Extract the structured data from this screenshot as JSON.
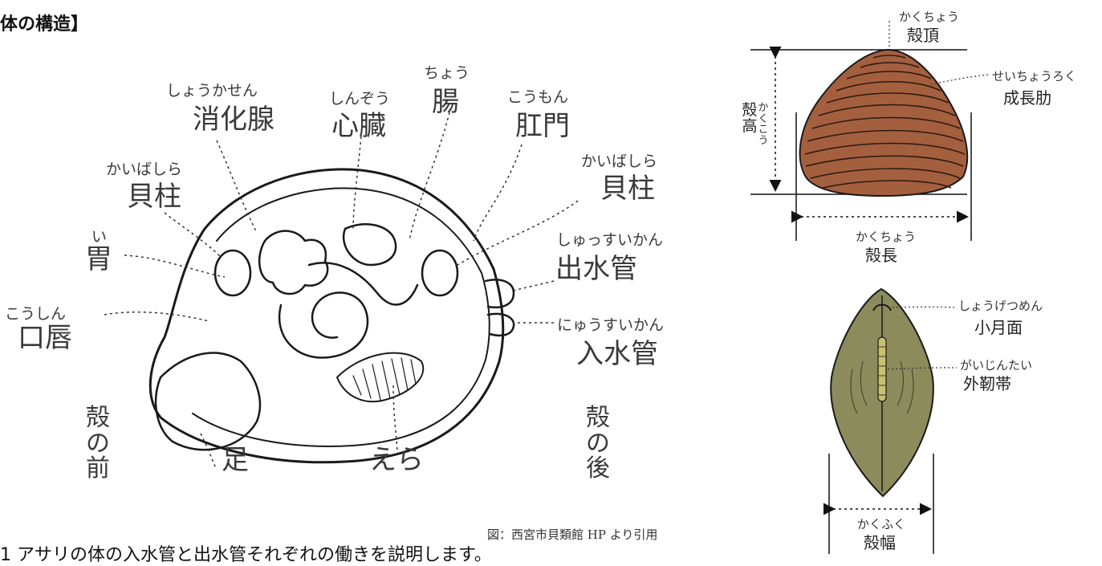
{
  "heading": "体の構造】",
  "caption": "図：西宮市貝類館 HP より引用",
  "bottom_text": "1 アサリの体の入水管と出水管それぞれの働きを説明します。",
  "anatomy": {
    "shokasen": {
      "ruby": "しょうかせん",
      "label": "消化腺"
    },
    "shinzou": {
      "ruby": "しんぞう",
      "label": "心臓"
    },
    "chou": {
      "ruby": "ちょう",
      "label": "腸"
    },
    "koumon": {
      "ruby": "こうもん",
      "label": "肛門"
    },
    "kaibashira_left": {
      "ruby": "かいばしら",
      "label": "貝柱"
    },
    "kaibashira_right": {
      "ruby": "かいばしら",
      "label": "貝柱"
    },
    "i": {
      "ruby": "い",
      "label": "胃"
    },
    "koushin": {
      "ruby": "こうしん",
      "label": "口唇"
    },
    "shussuikan": {
      "ruby": "しゅっすいかん",
      "label": "出水管"
    },
    "nyusuikan": {
      "ruby": "にゅうすいかん",
      "label": "入水管"
    },
    "kara_no_mae": "殻の前",
    "ashi": "足",
    "era": "えら",
    "kara_no_ushiro": "殻の後"
  },
  "shell": {
    "kakuchou_top": {
      "ruby": "かくちょう",
      "label": "殻頂"
    },
    "seichourokku": {
      "ruby": "せいちょうろく",
      "label": "成長肋"
    },
    "kakukou": {
      "ruby": "かくこう",
      "label": "殻高"
    },
    "kakuchou_len": {
      "ruby": "かくちょう",
      "label": "殻長"
    },
    "shougetsumen": {
      "ruby": "しょうげつめん",
      "label": "小月面"
    },
    "gaijintai": {
      "ruby": "がいじんたい",
      "label": "外靭帯"
    },
    "kakufuku": {
      "ruby": "かくふく",
      "label": "殻幅"
    }
  },
  "colors": {
    "shell_brown": "#a45f3f",
    "shell_green": "#8b8b5c",
    "ink": "#1a1a1a"
  }
}
